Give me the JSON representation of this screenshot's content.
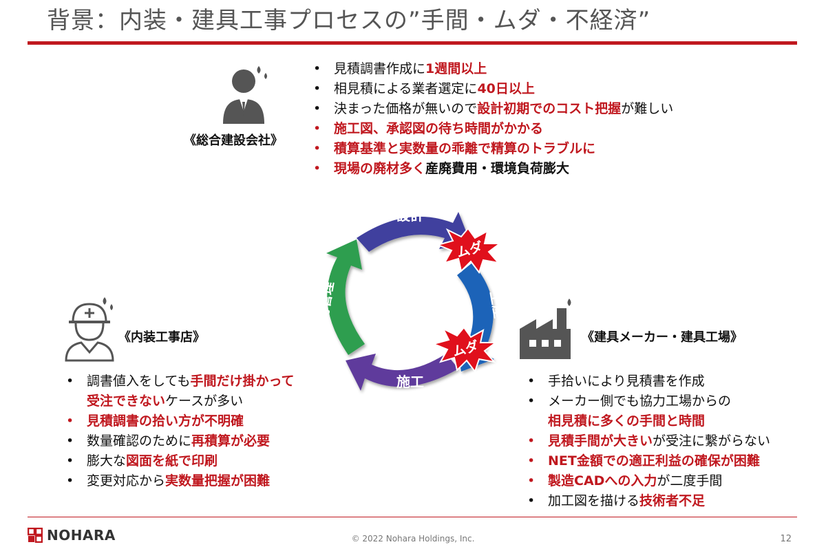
{
  "page": {
    "title": "背景：内装・建具工事プロセスの”手間・ムダ・不経済”",
    "copyright": "© 2022 Nohara Holdings, Inc.",
    "page_number": "12",
    "logo_text": "NOHARA"
  },
  "general_contractor": {
    "label": "《総合建設会社》",
    "icon": "businessman-icon",
    "items": [
      {
        "bullet": "•",
        "style": "black",
        "segments": [
          {
            "t": "見積調書作成に",
            "b": "n"
          },
          {
            "t": "1週間以上",
            "b": "r"
          }
        ]
      },
      {
        "bullet": "•",
        "style": "black",
        "segments": [
          {
            "t": "相見積による業者選定に",
            "b": "n"
          },
          {
            "t": "40日以上",
            "b": "r"
          }
        ]
      },
      {
        "bullet": "•",
        "style": "black",
        "segments": [
          {
            "t": "決まった価格が無いので",
            "b": "n"
          },
          {
            "t": "設計初期でのコスト把握",
            "b": "r"
          },
          {
            "t": "が難しい",
            "b": "n"
          }
        ]
      },
      {
        "bullet": "•",
        "style": "red",
        "segments": [
          {
            "t": "施工図、承認図の待ち時間がかかる",
            "b": "r"
          }
        ]
      },
      {
        "bullet": "•",
        "style": "red",
        "segments": [
          {
            "t": "積算基準と実数量の乖離で精算のトラブルに",
            "b": "r"
          }
        ]
      },
      {
        "bullet": "•",
        "style": "red",
        "segments": [
          {
            "t": "現場の廃材多く",
            "b": "r"
          },
          {
            "t": "産廃費用・環境負荷膨大",
            "b": "k"
          }
        ]
      }
    ]
  },
  "interior_contractor": {
    "label": "《内装工事店》",
    "icon": "hardhat-worker-icon",
    "items": [
      {
        "bullet": "•",
        "style": "black",
        "segments": [
          {
            "t": "調書値入をしても",
            "b": "n"
          },
          {
            "t": "手間だけ掛かって",
            "b": "r"
          }
        ]
      },
      {
        "bullet": "",
        "style": "cont",
        "segments": [
          {
            "t": "受注できない",
            "b": "r"
          },
          {
            "t": "ケースが多い",
            "b": "n"
          }
        ]
      },
      {
        "bullet": "•",
        "style": "red",
        "segments": [
          {
            "t": "見積調書の拾い方が不明確",
            "b": "r"
          }
        ]
      },
      {
        "bullet": "•",
        "style": "black",
        "segments": [
          {
            "t": "数量確認のために",
            "b": "n"
          },
          {
            "t": "再積算が必要",
            "b": "r"
          }
        ]
      },
      {
        "bullet": "•",
        "style": "black",
        "segments": [
          {
            "t": "膨大な",
            "b": "n"
          },
          {
            "t": "図面を紙で印刷",
            "b": "r"
          }
        ]
      },
      {
        "bullet": "•",
        "style": "black",
        "segments": [
          {
            "t": "変更対応から",
            "b": "n"
          },
          {
            "t": "実数量把握が困難",
            "b": "r"
          }
        ]
      }
    ]
  },
  "manufacturer": {
    "label": "《建具メーカー・建具工場》",
    "icon": "factory-icon",
    "items": [
      {
        "bullet": "•",
        "style": "black",
        "segments": [
          {
            "t": "手拾いにより見積書を作成",
            "b": "n"
          }
        ]
      },
      {
        "bullet": "•",
        "style": "black",
        "segments": [
          {
            "t": "メーカー側でも協力工場からの",
            "b": "n"
          }
        ]
      },
      {
        "bullet": "",
        "style": "cont",
        "segments": [
          {
            "t": "相見積に多くの手間と時間",
            "b": "r"
          }
        ]
      },
      {
        "bullet": "•",
        "style": "red",
        "segments": [
          {
            "t": "見積手間が大きい",
            "b": "r"
          },
          {
            "t": "が受注に繋がらない",
            "b": "n"
          }
        ]
      },
      {
        "bullet": "•",
        "style": "red",
        "segments": [
          {
            "t": "NET金額での適正利益の確保が困難",
            "b": "r"
          }
        ]
      },
      {
        "bullet": "•",
        "style": "red",
        "segments": [
          {
            "t": "製造CADへの入力",
            "b": "r"
          },
          {
            "t": "が二度手間",
            "b": "n"
          }
        ]
      },
      {
        "bullet": "•",
        "style": "black",
        "segments": [
          {
            "t": "加工図を描ける",
            "b": "n"
          },
          {
            "t": "技術者不足",
            "b": "r"
          }
        ]
      }
    ]
  },
  "cycle": {
    "stages": [
      {
        "label": "設計",
        "color": "#3f3f9e"
      },
      {
        "label": "生産",
        "color": "#1e63b8"
      },
      {
        "label": "施工",
        "color": "#5e3b9c"
      },
      {
        "label": "維持管理",
        "color": "#2e9e4f"
      }
    ],
    "waste_label": "ムダ",
    "waste_color": "#e0101c"
  }
}
